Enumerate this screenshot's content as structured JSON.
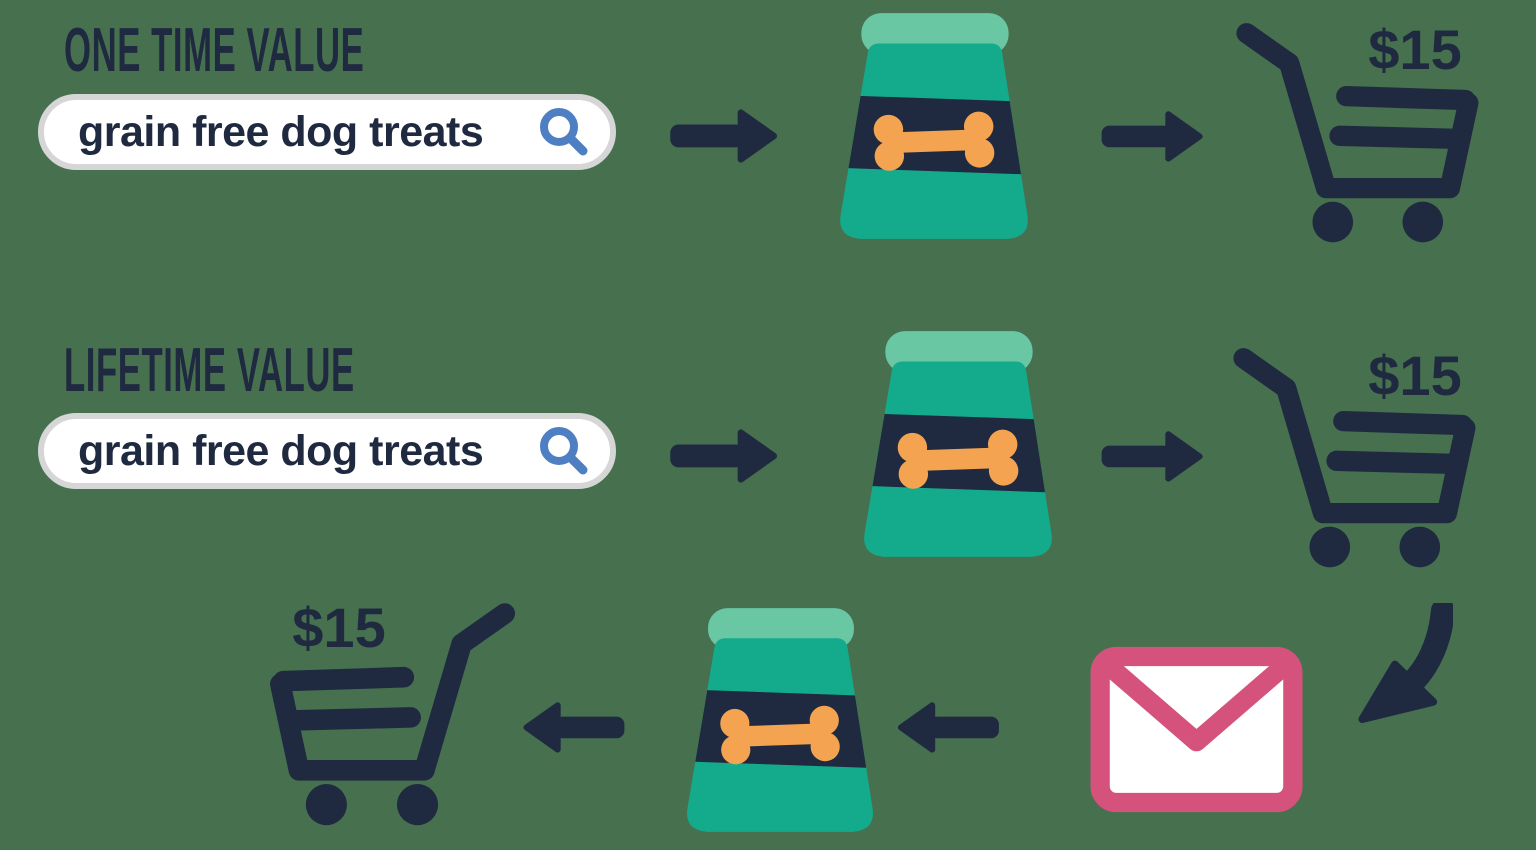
{
  "background": "#47704f",
  "palette": {
    "bg": "#47704f",
    "navy": "#1f2a40",
    "teal": "#14ab8c",
    "teal_light": "#69c7a4",
    "orange": "#f4a450",
    "pink": "#d5527c",
    "blue": "#4e7fc3",
    "pill_border": "#d6d6d6",
    "white": "#ffffff"
  },
  "one_time": {
    "title": "ONE TIME VALUE",
    "search_query": "grain free dog treats",
    "cart_price": "$15"
  },
  "lifetime": {
    "title": "LIFETIME VALUE",
    "search_query": "grain free dog treats",
    "cart_price": "$15"
  },
  "repeat_purchase": {
    "cart_price": "$15"
  },
  "icons": [
    "search-icon",
    "right-arrow-icon",
    "left-arrow-icon",
    "curved-down-left-arrow-icon",
    "dog-food-jar-icon",
    "bone-icon",
    "shopping-cart-icon",
    "email-envelope-icon"
  ]
}
